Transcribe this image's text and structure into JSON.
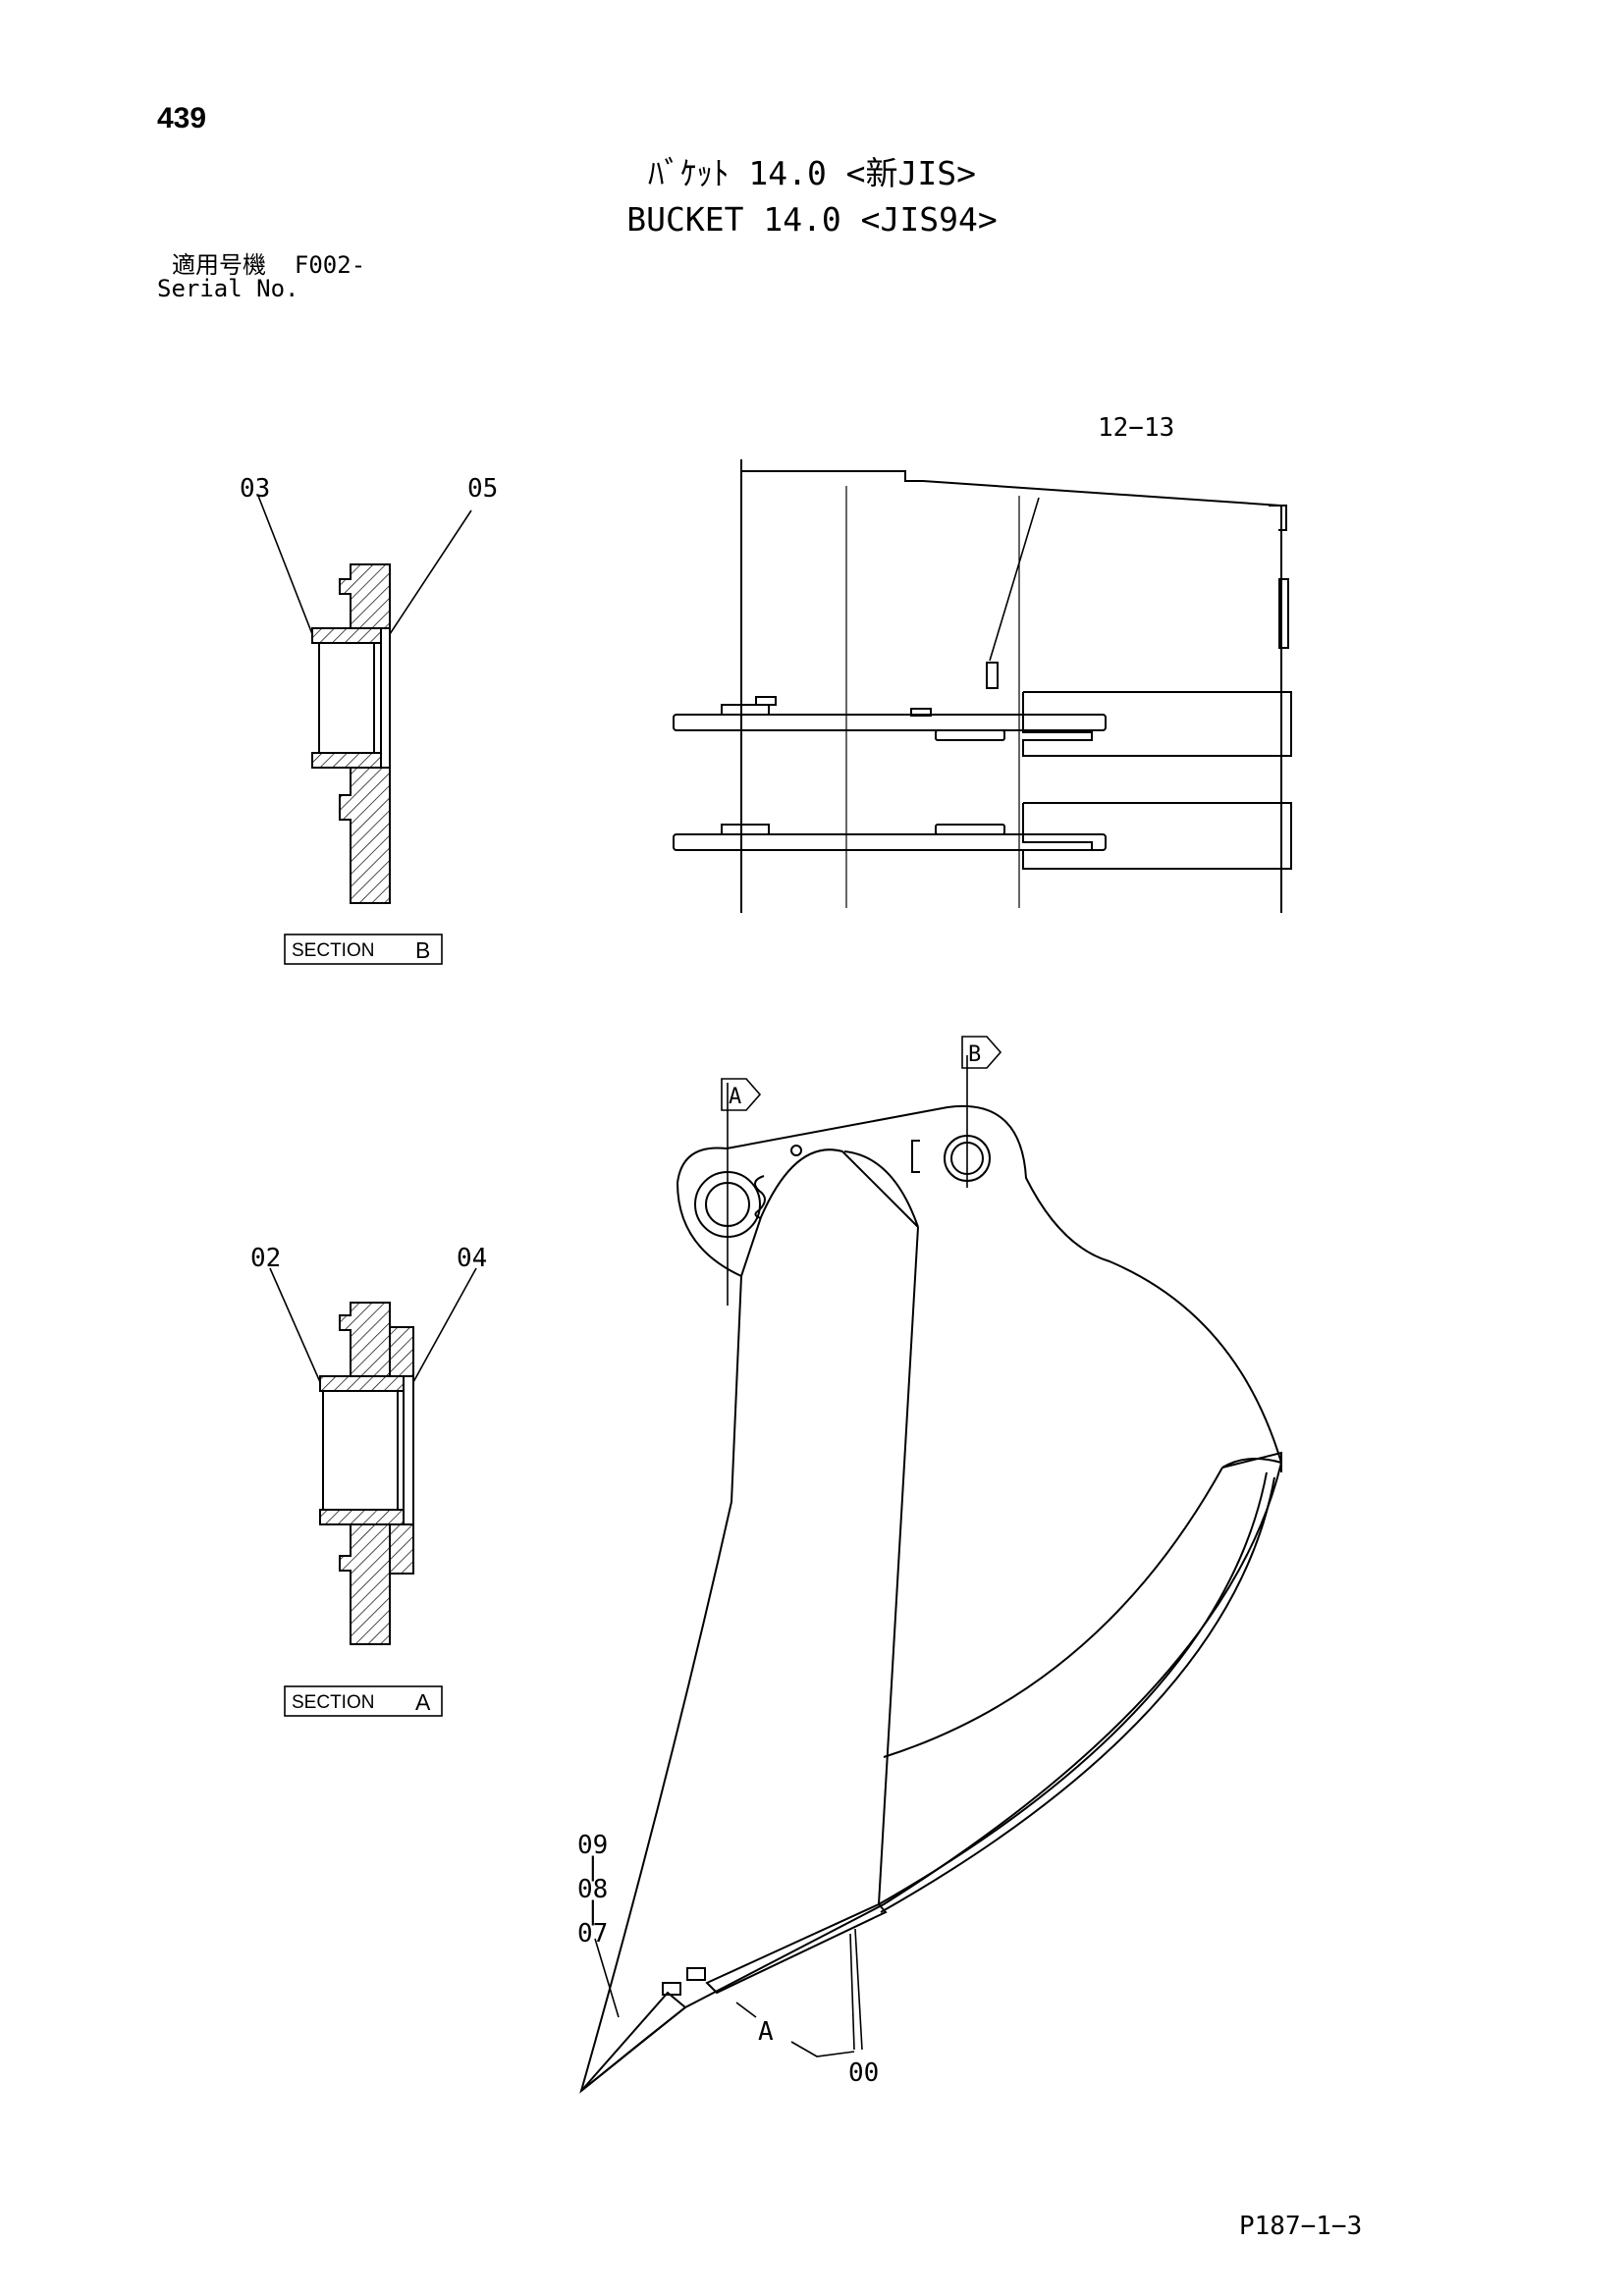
{
  "header": {
    "page_number": "439",
    "title_jp": "ﾊﾞｹｯﾄ 14.0 <新JIS>",
    "title_en": "BUCKET 14.0 <JIS94>",
    "serial_jp": "適用号機  F002-",
    "serial_en": "Serial No."
  },
  "callouts": {
    "c03": "03",
    "c05": "05",
    "c02": "02",
    "c04": "04",
    "c1213": "12−13",
    "c09": "09",
    "c08": "08",
    "c07": "07",
    "c00": "00",
    "dash1": "|",
    "dash2": "|"
  },
  "section_views": {
    "b_word": "SECTION",
    "b_letter": "B",
    "a_word": "SECTION",
    "a_letter": "A"
  },
  "view_markers": {
    "a": "A",
    "b": "B",
    "tooth_a": "A"
  },
  "footer": {
    "page_code": "P187−1−3"
  }
}
